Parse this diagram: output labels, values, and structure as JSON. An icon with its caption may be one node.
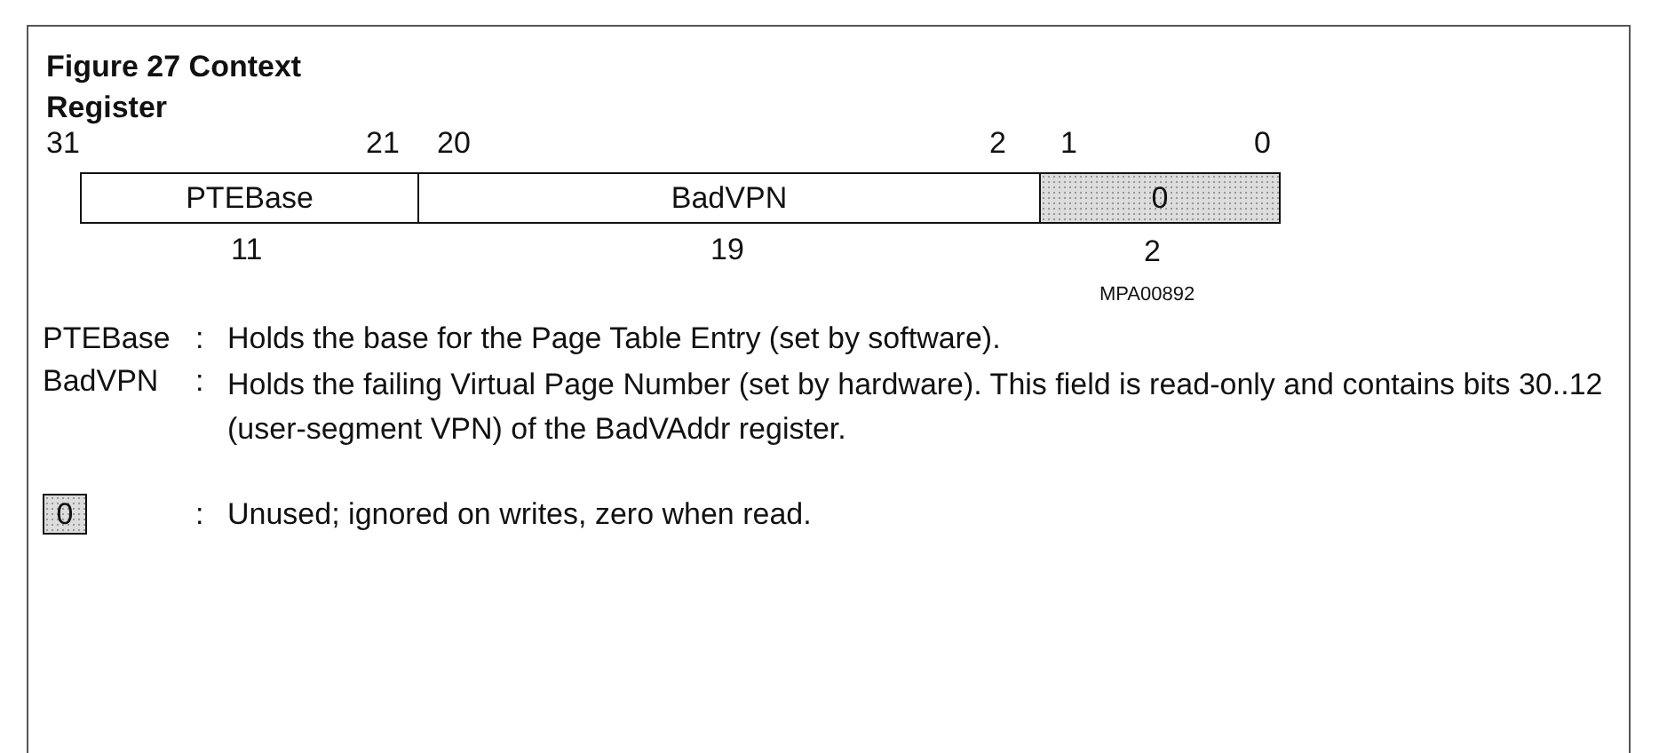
{
  "diagram": {
    "title": "Figure 27 Context Register",
    "nodes": [
      {
        "text": [
          "PTEBase"
        ]
      },
      {
        "text": [
          "BadVPN"
        ]
      },
      {
        "text": [
          "0"
        ]
      },
      {
        "text": [
          "0"
        ]
      }
    ],
    "labels": [
      "31",
      "21",
      "20",
      "2",
      "1",
      "0",
      "11",
      "19",
      "2",
      "MPA00892",
      "PTEBase",
      ":",
      "Holds the base for the Page Table Entry (set by software).",
      "BadVPN",
      ":",
      "Holds the failing Virtual Page Number (set by hardware). This field is read-only and contains bits 30..12 (user-segment VPN) of the BadVAddr register.",
      ":",
      "Unused; ignored on writes, zero when read."
    ]
  }
}
